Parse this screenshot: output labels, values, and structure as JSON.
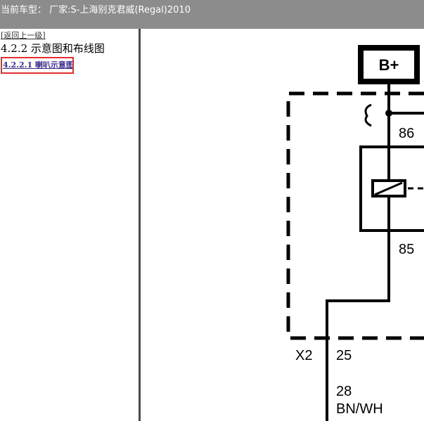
{
  "window": {
    "title": "当前车型： 厂家:S-上海别克君威(Regal)2010"
  },
  "nav": {
    "back_link": "[返回上一级]",
    "section_title": "4.2.2 示意图和布线图",
    "sub_link": "4.2.2.1 喇叭示意图"
  },
  "diagram": {
    "power_label": "B+",
    "relay_pin_top": "86",
    "relay_pin_bottom": "85",
    "connector_label": "X2",
    "connector_pin": "25",
    "wire_number": "28",
    "wire_color": "BN/WH"
  }
}
